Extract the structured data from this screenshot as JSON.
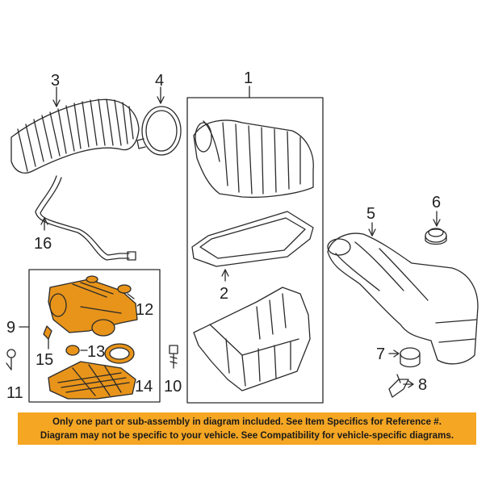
{
  "callouts": {
    "c1": "1",
    "c2": "2",
    "c3": "3",
    "c4": "4",
    "c5": "5",
    "c6": "6",
    "c7": "7",
    "c8": "8",
    "c9": "9",
    "c10": "10",
    "c11": "11",
    "c12": "12",
    "c13": "13",
    "c14": "14",
    "c15": "15",
    "c16": "16"
  },
  "notice": {
    "line1": "Only one part or sub-assembly in diagram included. See Item Specifics for Reference #.",
    "line2": "Diagram may not be specific to your vehicle. See Compatibility for vehicle-specific diagrams."
  },
  "colors": {
    "line": "#2a2a2a",
    "highlight_part": "#e8941a",
    "notice_background": "#f5a623"
  }
}
